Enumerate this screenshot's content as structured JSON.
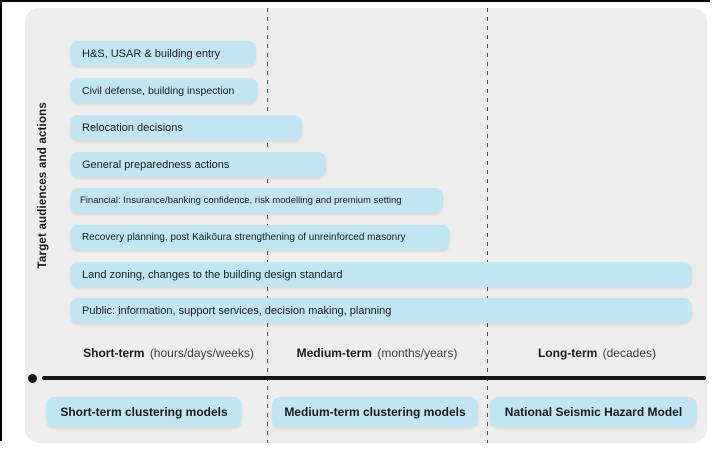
{
  "chart_data": {
    "type": "bar",
    "orientation": "horizontal",
    "y_axis_label": "Target audiences and actions",
    "x_axis_range": [
      0,
      3
    ],
    "x_segments": [
      {
        "label_bold": "Short-term",
        "label_detail": "(hours/days/weeks)"
      },
      {
        "label_bold": "Medium-term",
        "label_detail": "(months/years)"
      },
      {
        "label_bold": "Long-term",
        "label_detail": "(decades)"
      }
    ],
    "bars": [
      {
        "label": "H&S, USAR & building entry",
        "extent": 0.94
      },
      {
        "label": "Civil defense, building inspection",
        "extent": 0.95
      },
      {
        "label": "Relocation decisions",
        "extent": 1.16
      },
      {
        "label": "General preparedness actions",
        "extent": 1.27
      },
      {
        "label": "Financial: Insurance/banking confidence, risk modelling and premium setting",
        "extent": 1.8
      },
      {
        "label": "Recovery planning, post Kaikōura strengthening of unreinforced masonry",
        "extent": 1.83
      },
      {
        "label": "Land zoning, changes to the building design standard",
        "extent": 2.93
      },
      {
        "label": "Public: information, support services, decision making, planning",
        "extent": 2.93
      }
    ],
    "timeline_models": [
      "Short-term clustering models",
      "Medium-term clustering models",
      "National Seismic Hazard Model"
    ],
    "legend_position": "none",
    "grid": "off"
  },
  "colors": {
    "bar_fill": "#c2e5f4",
    "panel_background": "#ededed",
    "axis_line": "#161616",
    "divider_dash": "#4d4d4d",
    "text": "#1a1a1a",
    "frame": "#000000"
  }
}
